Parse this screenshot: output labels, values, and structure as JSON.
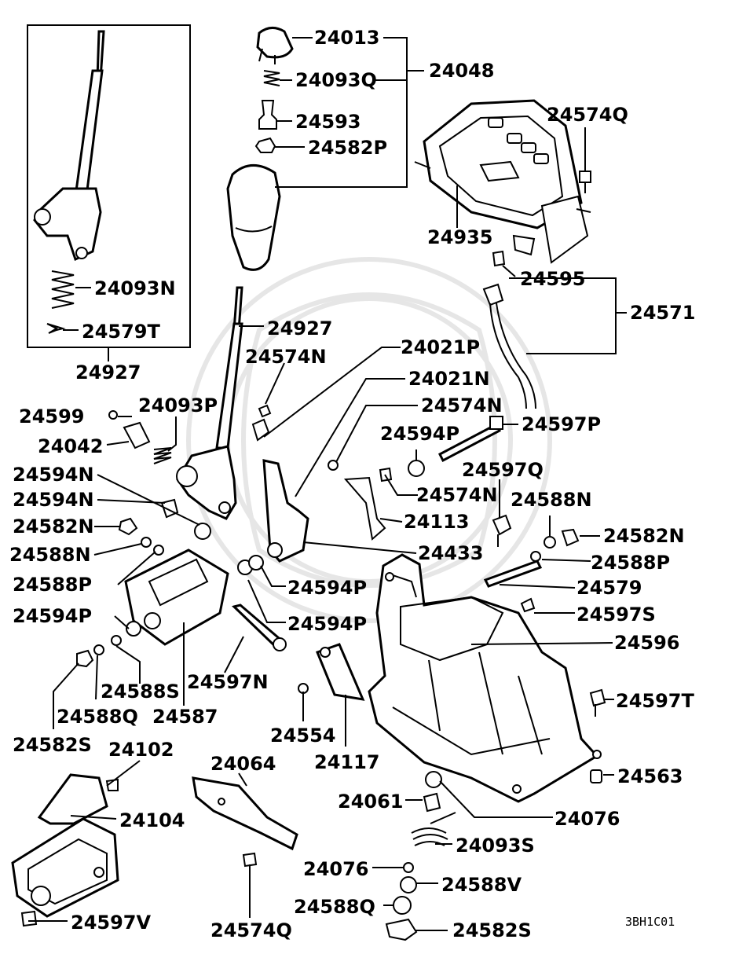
{
  "diagram": {
    "code": "3BH1C01",
    "labels": {
      "p24013": "24013",
      "p24093Q": "24093Q",
      "p24048": "24048",
      "p24593": "24593",
      "p24582P": "24582P",
      "p24574Q_top": "24574Q",
      "p24935": "24935",
      "p24595": "24595",
      "p24571": "24571",
      "p24093N": "24093N",
      "p24579T": "24579T",
      "p24927_box": "24927",
      "p24927": "24927",
      "p24574N_a": "24574N",
      "p24021P": "24021P",
      "p24021N": "24021N",
      "p24574N_b": "24574N",
      "p24599": "24599",
      "p24093P": "24093P",
      "p24042": "24042",
      "p24594P_a": "24594P",
      "p24597P": "24597P",
      "p24594N_a": "24594N",
      "p24594N_b": "24594N",
      "p24574N_c": "24574N",
      "p24597Q": "24597Q",
      "p24113": "24113",
      "p24588N_r": "24588N",
      "p24582N_l": "24582N",
      "p24582N_r": "24582N",
      "p24588N_l": "24588N",
      "p24433": "24433",
      "p24588P_r": "24588P",
      "p24588P_l": "24588P",
      "p24594P_b": "24594P",
      "p24579": "24579",
      "p24594P_c": "24594P",
      "p24594P_d": "24594P",
      "p24597S": "24597S",
      "p24596": "24596",
      "p24597N": "24597N",
      "p24588S": "24588S",
      "p24597T": "24597T",
      "p24588Q_l": "24588Q",
      "p24587": "24587",
      "p24554": "24554",
      "p24582S_l": "24582S",
      "p24117": "24117",
      "p24102": "24102",
      "p24064": "24064",
      "p24563": "24563",
      "p24061": "24061",
      "p24104": "24104",
      "p24076_a": "24076",
      "p24093S": "24093S",
      "p24076_b": "24076",
      "p24588V": "24588V",
      "p24588Q_b": "24588Q",
      "p24597V": "24597V",
      "p24574Q_b": "24574Q",
      "p24582S_b": "24582S"
    }
  }
}
